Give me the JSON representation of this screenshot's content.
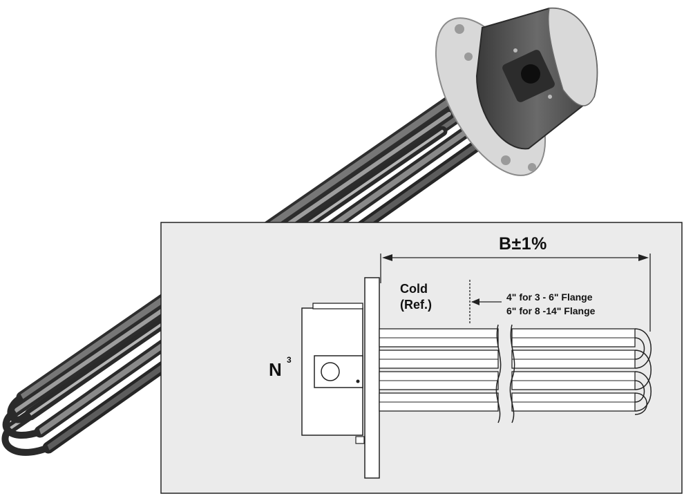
{
  "diagram": {
    "dimension_label": "B±1%",
    "cold_label_line1": "Cold",
    "cold_label_line2": "(Ref.)",
    "flange_note_line1": "4\" for 3 - 6\" Flange",
    "flange_note_line2": "6\" for 8 -14\" Flange",
    "n_label": "N",
    "n_superscript": "3"
  },
  "colors": {
    "panel_fill": "#ebebeb",
    "line": "#222222",
    "sheath": "#5e5e5e",
    "housing": "#4a4a4a",
    "flange": "#d0d0d0"
  }
}
